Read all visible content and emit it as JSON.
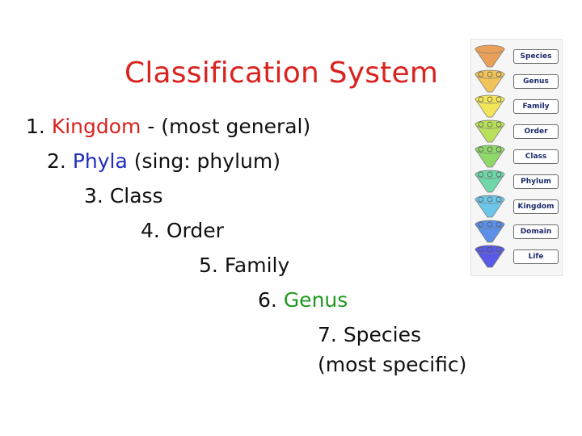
{
  "slide": {
    "title": "Classification System",
    "levels": [
      {
        "num": "1.",
        "name": "Kingdom",
        "rest": "- (most general)",
        "color": "#d8231f"
      },
      {
        "num": "2.",
        "name": "Phyla",
        "rest": "(sing: phylum)",
        "color": "#1f2dbb"
      },
      {
        "num": "3.",
        "name": "Class",
        "rest": "",
        "color": "#111111"
      },
      {
        "num": "4.",
        "name": "Order",
        "rest": "",
        "color": "#111111"
      },
      {
        "num": "5.",
        "name": "Family",
        "rest": "",
        "color": "#111111"
      },
      {
        "num": "6.",
        "name": "Genus",
        "rest": "",
        "color": "#1e9a1e"
      },
      {
        "num": "7.",
        "name": "Species",
        "rest": "",
        "color": "#111111"
      }
    ],
    "species_note": "(most specific)"
  },
  "diagram": {
    "labels": [
      "Species",
      "Genus",
      "Family",
      "Order",
      "Class",
      "Phylum",
      "Kingdom",
      "Domain",
      "Life"
    ],
    "colors": [
      "#e9a15a",
      "#f0c45a",
      "#f2e55a",
      "#b9e05a",
      "#8fd86a",
      "#6fd7a8",
      "#6cc6e8",
      "#5b8fe8",
      "#5a5ae6"
    ]
  }
}
